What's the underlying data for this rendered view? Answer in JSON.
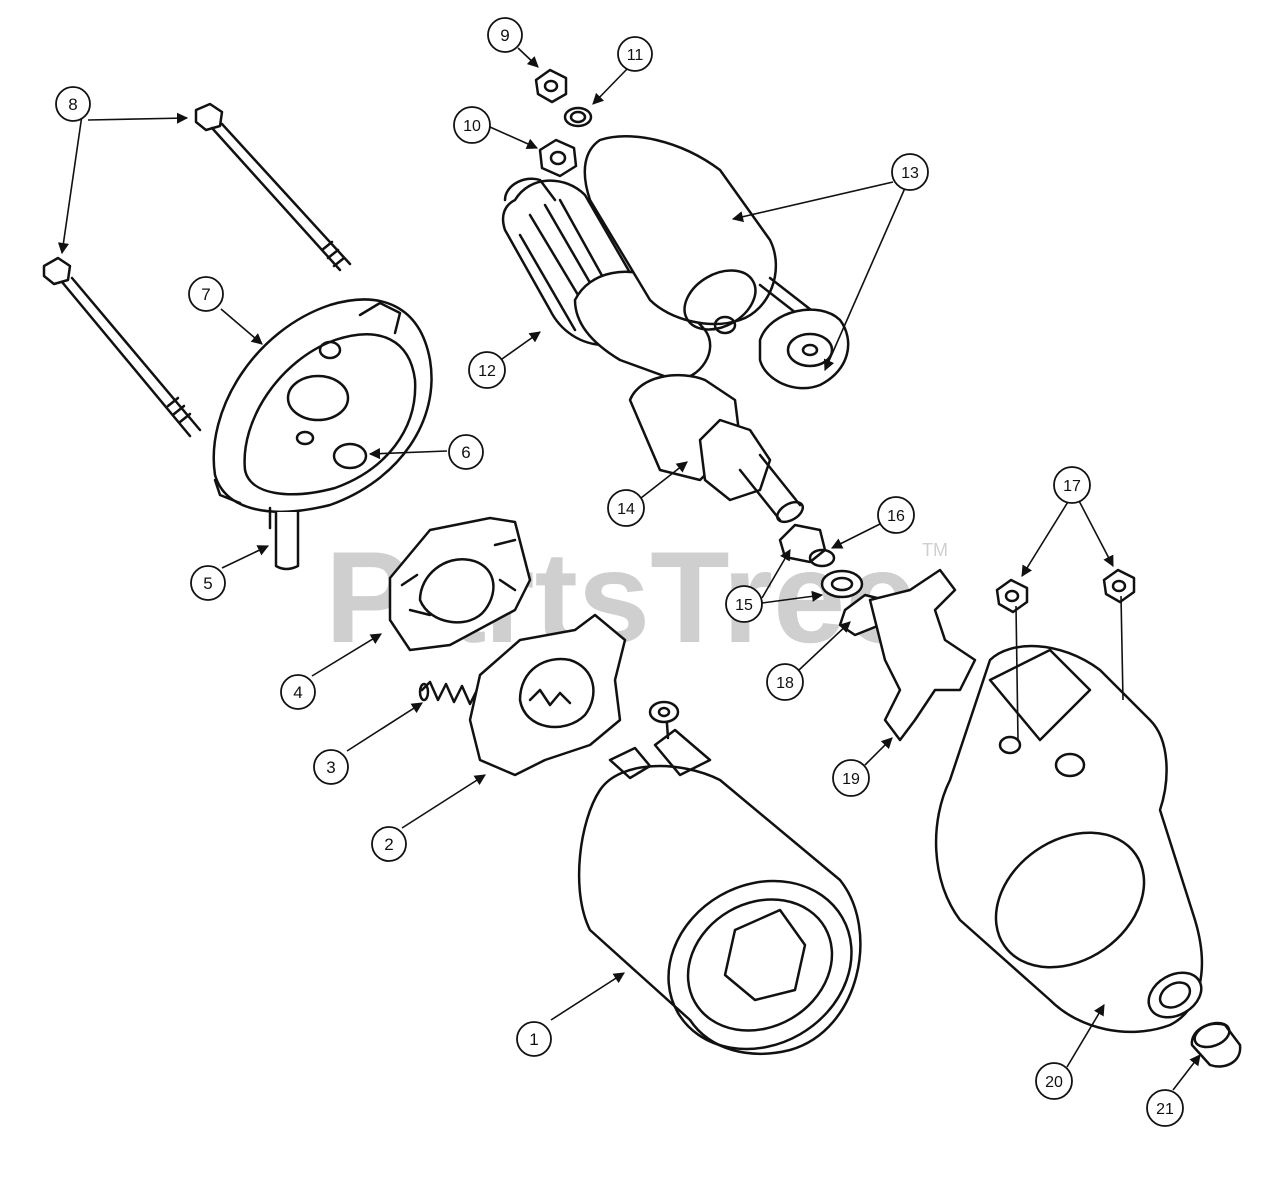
{
  "watermark": {
    "text": "PartsTree",
    "tm": "TM"
  },
  "callouts": [
    {
      "id": "c1",
      "label": "1"
    },
    {
      "id": "c2",
      "label": "2"
    },
    {
      "id": "c3",
      "label": "3"
    },
    {
      "id": "c4",
      "label": "4"
    },
    {
      "id": "c5",
      "label": "5"
    },
    {
      "id": "c6",
      "label": "6"
    },
    {
      "id": "c7",
      "label": "7"
    },
    {
      "id": "c8",
      "label": "8"
    },
    {
      "id": "c9",
      "label": "9"
    },
    {
      "id": "c10",
      "label": "10"
    },
    {
      "id": "c11",
      "label": "11"
    },
    {
      "id": "c12",
      "label": "12"
    },
    {
      "id": "c13",
      "label": "13"
    },
    {
      "id": "c14",
      "label": "14"
    },
    {
      "id": "c15",
      "label": "15"
    },
    {
      "id": "c16",
      "label": "16"
    },
    {
      "id": "c17",
      "label": "17"
    },
    {
      "id": "c18",
      "label": "18"
    },
    {
      "id": "c19",
      "label": "19"
    },
    {
      "id": "c20",
      "label": "20"
    },
    {
      "id": "c21",
      "label": "21"
    }
  ]
}
